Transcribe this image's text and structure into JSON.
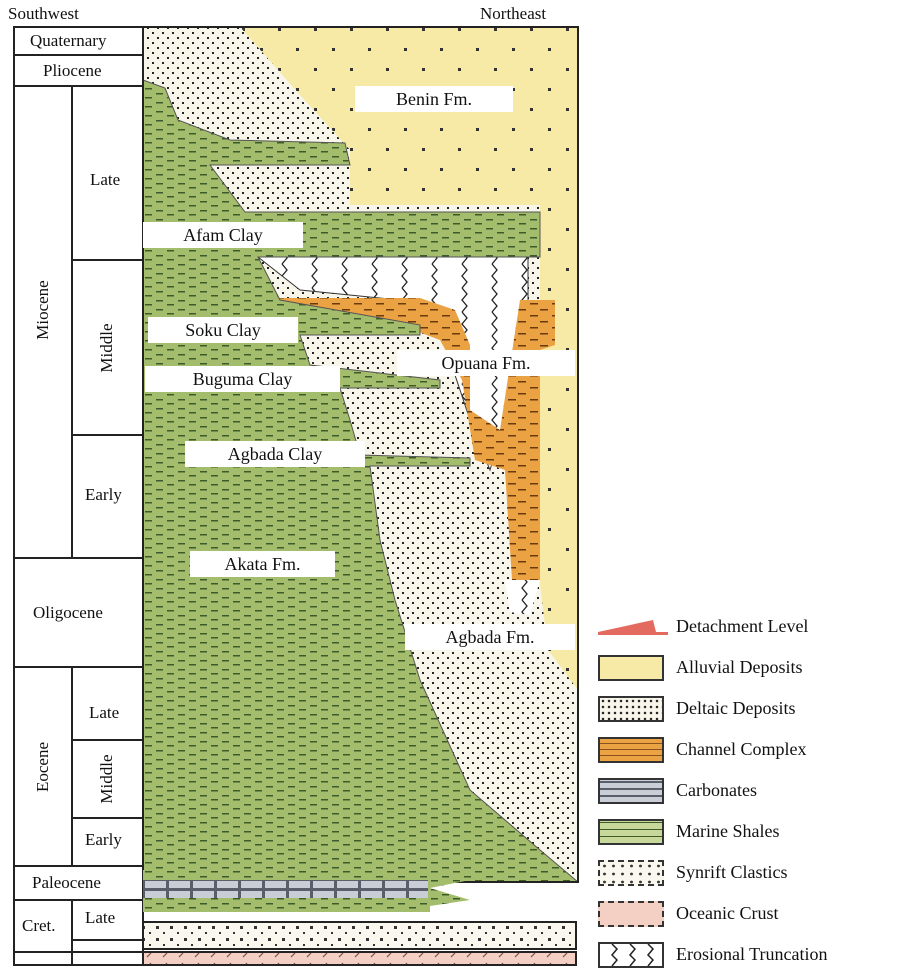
{
  "headers": {
    "left": "Southwest",
    "right": "Northeast"
  },
  "column": {
    "quaternary": "Quaternary",
    "pliocene": "Pliocene",
    "miocene": "Miocene",
    "late": "Late",
    "middle": "Middle",
    "early": "Early",
    "oligocene": "Oligocene",
    "eocene": "Eocene",
    "eo_late": "Late",
    "eo_middle": "Middle",
    "eo_early": "Early",
    "paleocene": "Paleocene",
    "cret": "Cret.",
    "cret_late": "Late"
  },
  "labels": {
    "benin": "Benin Fm.",
    "afam": "Afam Clay",
    "soku": "Soku Clay",
    "buguma": "Buguma Clay",
    "opuana": "Opuana Fm.",
    "agbada_clay": "Agbada Clay",
    "akata": "Akata Fm.",
    "agbada": "Agbada Fm."
  },
  "legend": [
    {
      "label": "Detachment Level",
      "color": "#e36a5f"
    },
    {
      "label": "Alluvial Deposits",
      "color": "#f6eaa6"
    },
    {
      "label": "Deltaic Deposits",
      "color": "#f8f6ea"
    },
    {
      "label": "Channel Complex",
      "color": "#eba243"
    },
    {
      "label": "Carbonates",
      "color": "#c9cdd6"
    },
    {
      "label": "Marine Shales",
      "color": "#a4bd6c"
    },
    {
      "label": "Synrift Clastics",
      "color": "#faf8ee"
    },
    {
      "label": "Oceanic Crust",
      "color": "#f3cfc4"
    },
    {
      "label": "Erosional Truncation",
      "color": "#ffffff"
    }
  ]
}
